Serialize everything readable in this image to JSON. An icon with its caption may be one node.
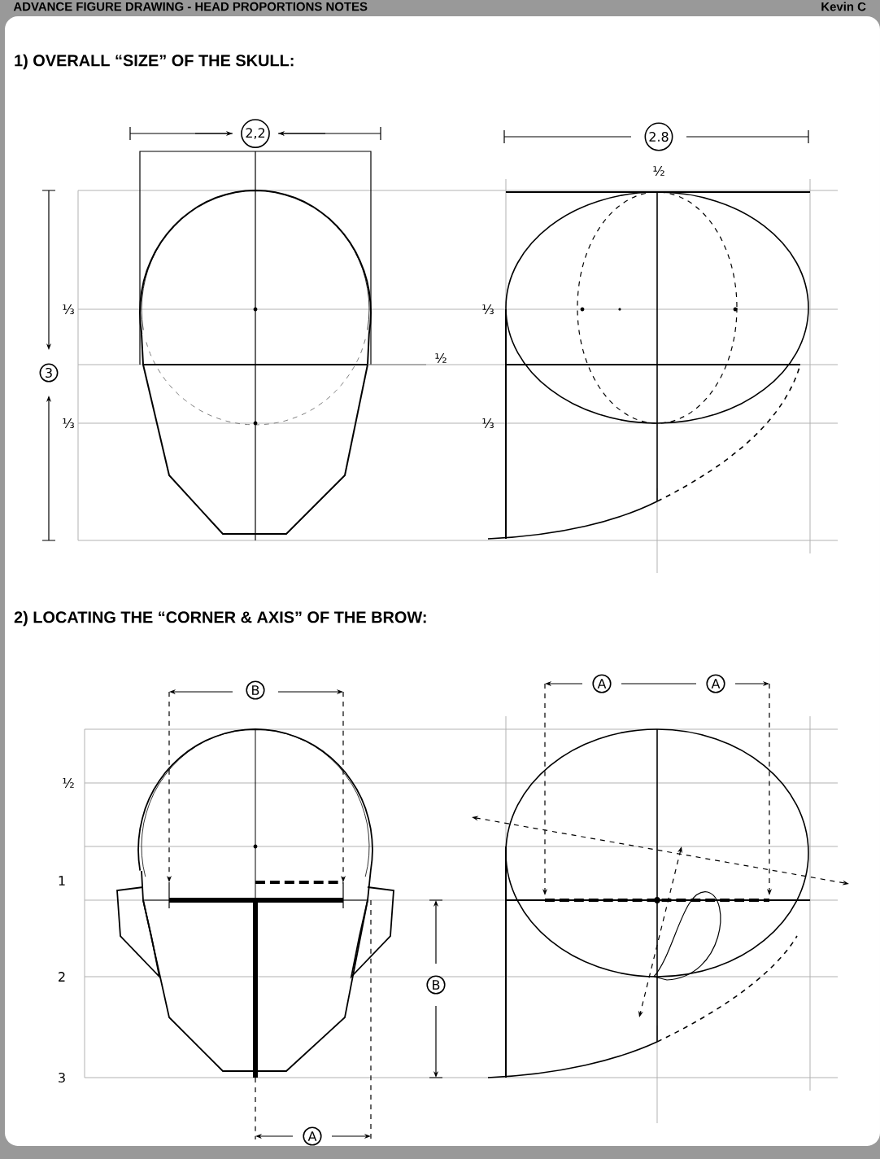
{
  "diagram": {
    "title": "ADVANCE FIGURE DRAWING - HEAD PROPORTIONS NOTES",
    "labels": [
      "Kevin C",
      "1) OVERALL “SIZE” OF THE SKULL:",
      "2,2",
      "2.8",
      "½",
      "⅓",
      "⅓",
      "½",
      "3",
      "⅓",
      "⅓",
      "2) LOCATING THE “CORNER & AXIS” OF THE BROW:",
      "B",
      "A",
      "A",
      "½",
      "1",
      "2",
      "B",
      "3",
      "A"
    ]
  }
}
